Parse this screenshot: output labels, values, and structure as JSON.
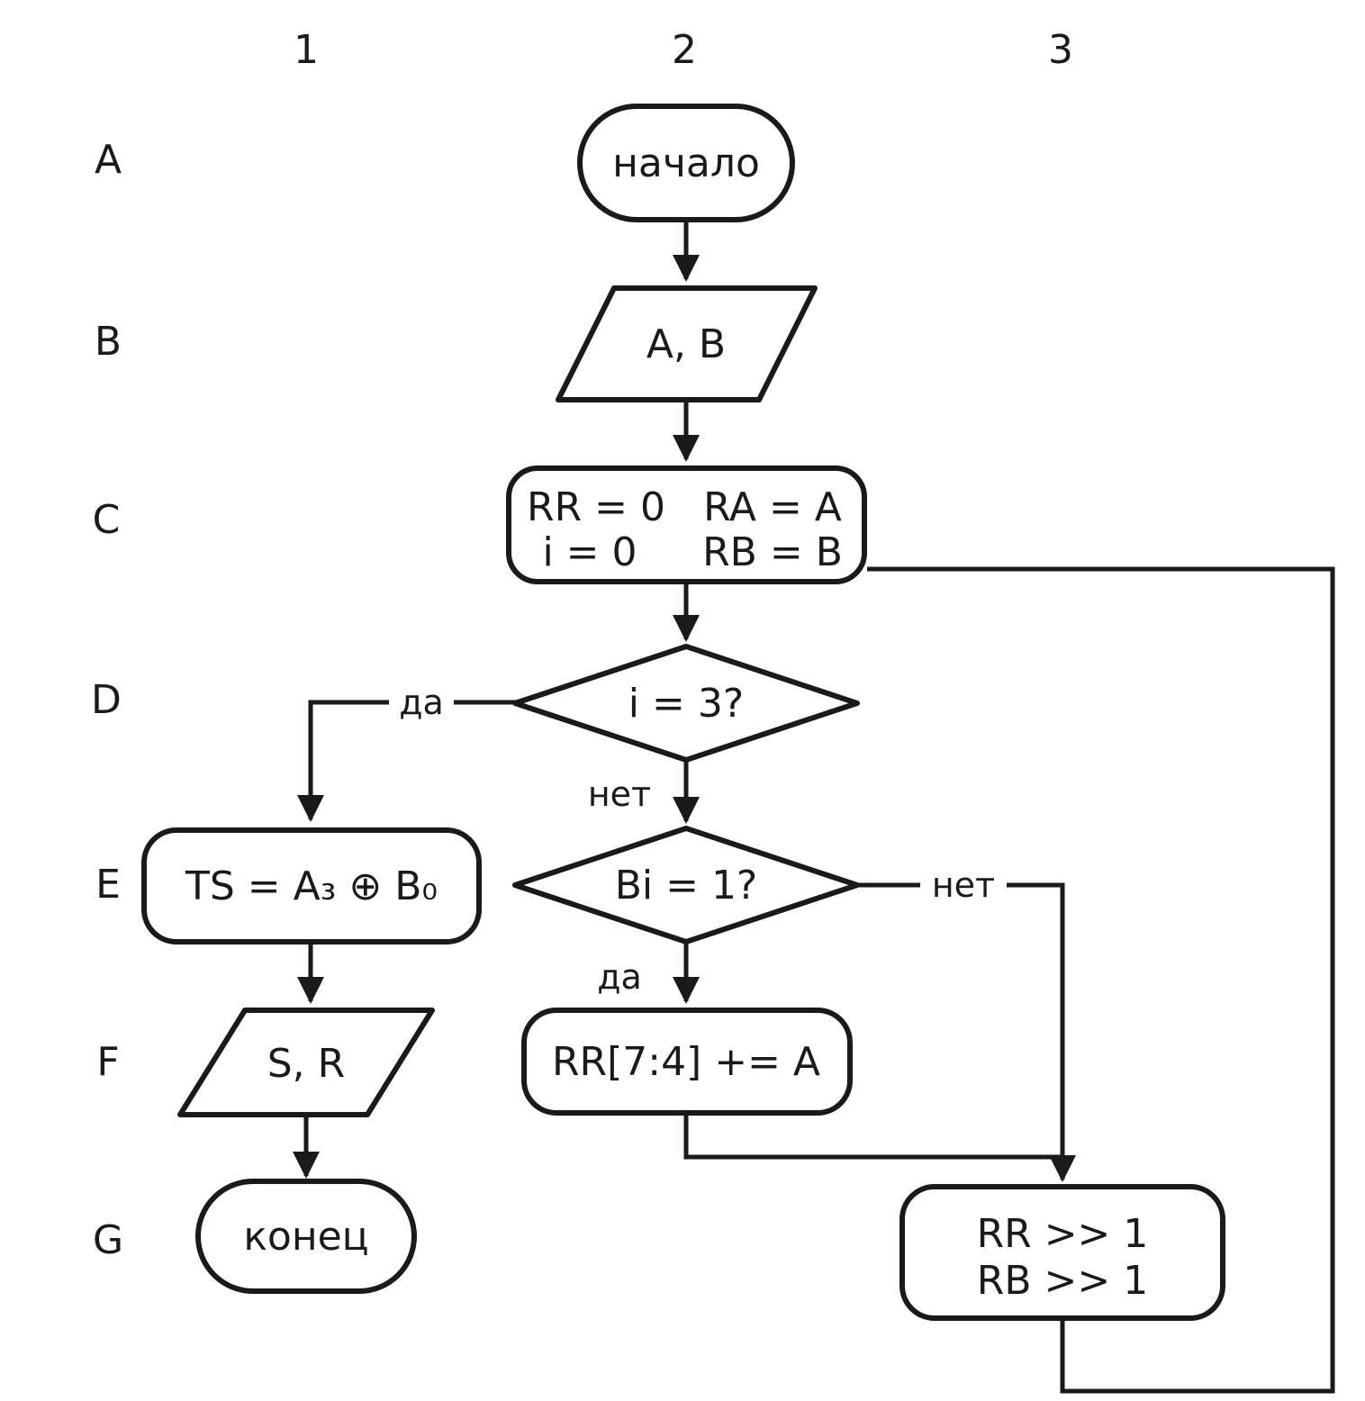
{
  "diagram": {
    "grid": {
      "columns": [
        "1",
        "2",
        "3"
      ],
      "rows": [
        "A",
        "B",
        "C",
        "D",
        "E",
        "F",
        "G"
      ]
    },
    "nodes": {
      "start": {
        "type": "terminator",
        "label": "начало"
      },
      "input_ab": {
        "type": "io",
        "label": "A, B"
      },
      "init": {
        "type": "process",
        "line1_left": "RR = 0",
        "line1_right": "RA = A",
        "line2_left": "i = 0",
        "line2_right": "RB = B"
      },
      "cond_i": {
        "type": "decision",
        "label": "i = 3?"
      },
      "ts": {
        "type": "process",
        "label": "TS = A₃ ⊕ B₀"
      },
      "cond_b": {
        "type": "decision",
        "label": "Bi = 1?"
      },
      "add": {
        "type": "process",
        "label": "RR[7:4] += A"
      },
      "output_sr": {
        "type": "io",
        "label": "S, R"
      },
      "end": {
        "type": "terminator",
        "label": "конец"
      },
      "shift": {
        "type": "process",
        "line1": "RR >> 1",
        "line2": "RB >> 1"
      }
    },
    "edge_labels": {
      "cond_i_yes": "да",
      "cond_i_no": "нет",
      "cond_b_yes": "да",
      "cond_b_no": "нет"
    },
    "colors": {
      "stroke": "#1a1a1a",
      "fill": "#ffffff",
      "background": "#ffffff"
    }
  }
}
